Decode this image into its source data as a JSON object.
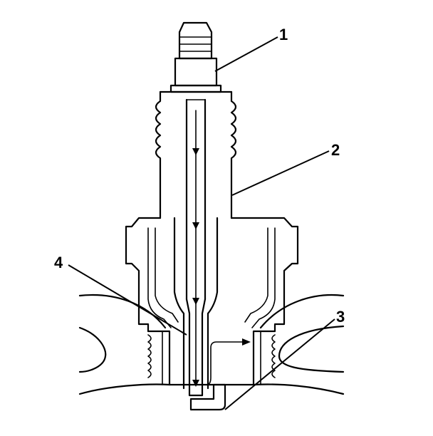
{
  "diagram": {
    "callouts": [
      {
        "id": "1",
        "label": "1"
      },
      {
        "id": "2",
        "label": "2"
      },
      {
        "id": "3",
        "label": "3"
      },
      {
        "id": "4",
        "label": "4"
      }
    ],
    "colors": {
      "line": "#000000",
      "background": "#ffffff"
    }
  }
}
